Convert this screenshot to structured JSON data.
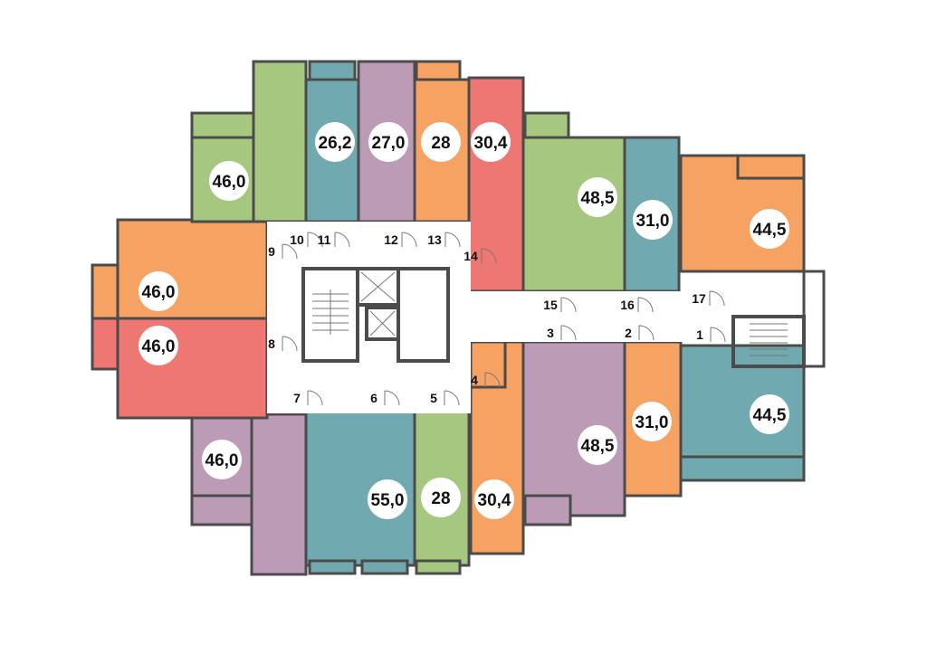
{
  "title": "Floor plan",
  "colors": {
    "green": "#a6c77f",
    "teal": "#70a9af",
    "purple": "#bc9bb6",
    "orange": "#f5a262",
    "red": "#ee7673",
    "wall": "#4b4b4b",
    "corridor": "#ffffff"
  },
  "apartments": [
    {
      "number": "1",
      "area": "44,5",
      "color": "teal"
    },
    {
      "number": "2",
      "area": "31,0",
      "color": "orange"
    },
    {
      "number": "3",
      "area": "48,5",
      "color": "purple"
    },
    {
      "number": "4",
      "area": "30,4",
      "color": "orange"
    },
    {
      "number": "5",
      "area": "28",
      "color": "green"
    },
    {
      "number": "6",
      "area": "55,0",
      "color": "teal"
    },
    {
      "number": "7",
      "area": "46,0",
      "color": "purple"
    },
    {
      "number": "8",
      "area": "46,0",
      "color": "red"
    },
    {
      "number": "9",
      "area": "46,0",
      "color": "orange"
    },
    {
      "number": "10",
      "area": "46,0",
      "color": "green"
    },
    {
      "number": "11",
      "area": "26,2",
      "color": "teal"
    },
    {
      "number": "12",
      "area": "27,0",
      "color": "purple"
    },
    {
      "number": "13",
      "area": "28",
      "color": "orange"
    },
    {
      "number": "14",
      "area": "30,4",
      "color": "red"
    },
    {
      "number": "15",
      "area": "48,5",
      "color": "green"
    },
    {
      "number": "16",
      "area": "31,0",
      "color": "teal"
    },
    {
      "number": "17",
      "area": "44,5",
      "color": "orange"
    }
  ]
}
